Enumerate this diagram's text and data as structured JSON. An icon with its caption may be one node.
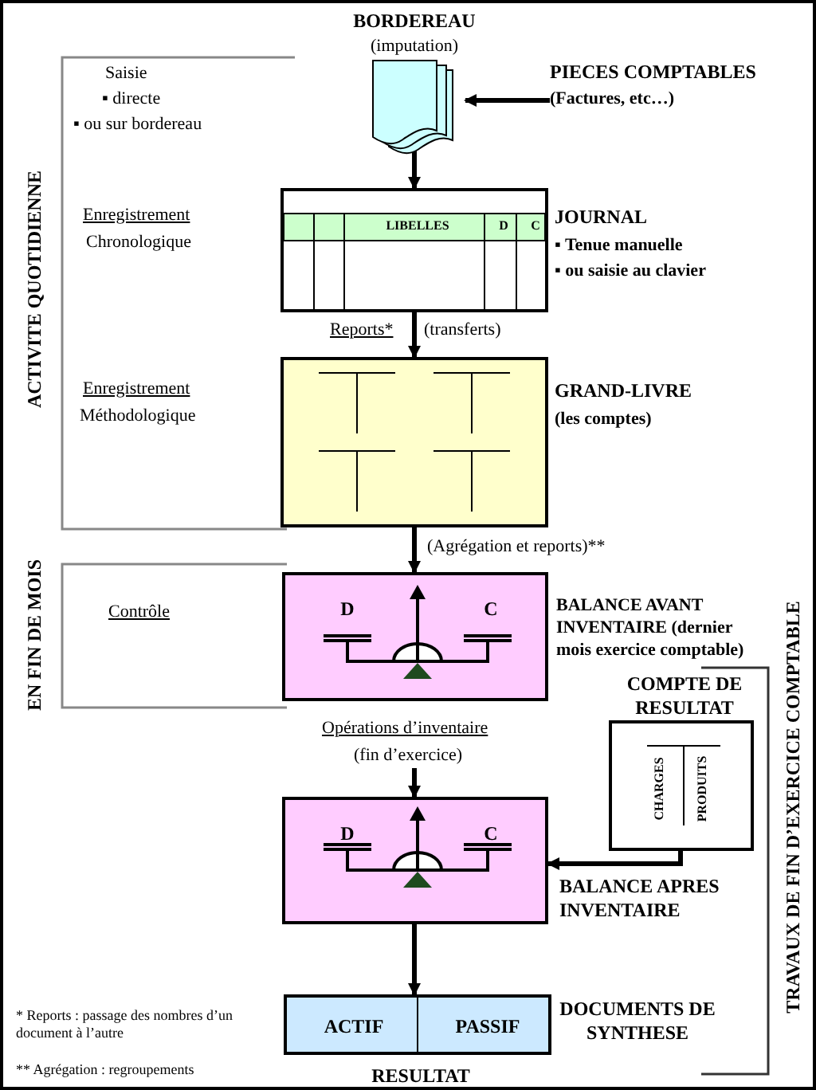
{
  "diagram": {
    "nodes": [
      {
        "text": [
          "BORDEREAU",
          "(imputation)"
        ]
      },
      {
        "text": [
          "PIECES COMPTABLES",
          "(Factures, etc…)"
        ]
      },
      {
        "text": [
          "LIBELLES",
          "D",
          "C"
        ],
        "beside": [
          "JOURNAL",
          "▪ Tenue manuelle",
          "▪ ou saisie au clavier"
        ]
      },
      {
        "text": [
          "GRAND-LIVRE",
          "(les comptes)"
        ]
      },
      {
        "text": [
          "D",
          "C",
          "BALANCE AVANT INVENTAIRE (dernier mois exercice comptable)"
        ]
      },
      {
        "text": [
          "COMPTE DE RESULTAT",
          "CHARGES",
          "PRODUITS"
        ]
      },
      {
        "text": [
          "D",
          "C",
          "BALANCE APRES INVENTAIRE"
        ]
      },
      {
        "text": [
          "ACTIF",
          "PASSIF",
          "DOCUMENTS DE SYNTHESE",
          "RESULTAT"
        ]
      },
      {
        "text": [
          "Opérations d’inventaire",
          "(fin d’exercice)"
        ]
      }
    ],
    "edges": [
      {
        "from": 1,
        "to": 0,
        "arrow": "to"
      },
      {
        "from": 0,
        "to": 2,
        "arrow": "to"
      },
      {
        "from": 2,
        "to": 3,
        "arrow": "to"
      },
      {
        "from": 3,
        "to": 4,
        "arrow": "to"
      },
      {
        "from": 8,
        "to": 6,
        "arrow": "to"
      },
      {
        "from": 5,
        "to": 6,
        "arrow": "to"
      },
      {
        "from": 6,
        "to": 7,
        "arrow": "to"
      }
    ],
    "labels": [
      "ACTIVITE QUOTIDIENNE",
      "Saisie",
      "▪ directe",
      "▪ ou sur bordereau",
      "Enregistrement",
      "Chronologique",
      "Reports*",
      "(transferts)",
      "Enregistrement",
      "Méthodologique",
      "(Agrégation et reports)**",
      "EN FIN DE MOIS",
      "Contrôle",
      "TRAVAUX DE FIN D’EXERCICE COMPTABLE",
      "* Reports : passage des nombres d’un document à l’autre",
      "** Agrégation : regroupements"
    ]
  }
}
